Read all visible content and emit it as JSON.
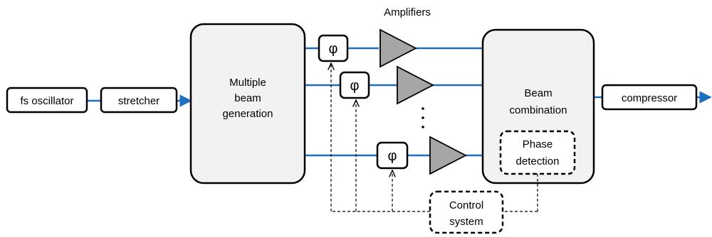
{
  "title": "Amplifiers",
  "colors": {
    "beam": "#1f6fbf",
    "amplifier": "#a6a6a6",
    "module_fill": "#f2f2f2"
  },
  "blocks": {
    "oscillator": "fs oscillator",
    "stretcher": "stretcher",
    "beam_generation": [
      "Multiple",
      "beam",
      "generation"
    ],
    "beam_combination": [
      "Beam",
      "combination"
    ],
    "phase_detection": [
      "Phase",
      "detection"
    ],
    "control_system": [
      "Control",
      "system"
    ],
    "compressor": "compressor"
  },
  "phase_symbol": "φ",
  "ellipsis": "⋮"
}
